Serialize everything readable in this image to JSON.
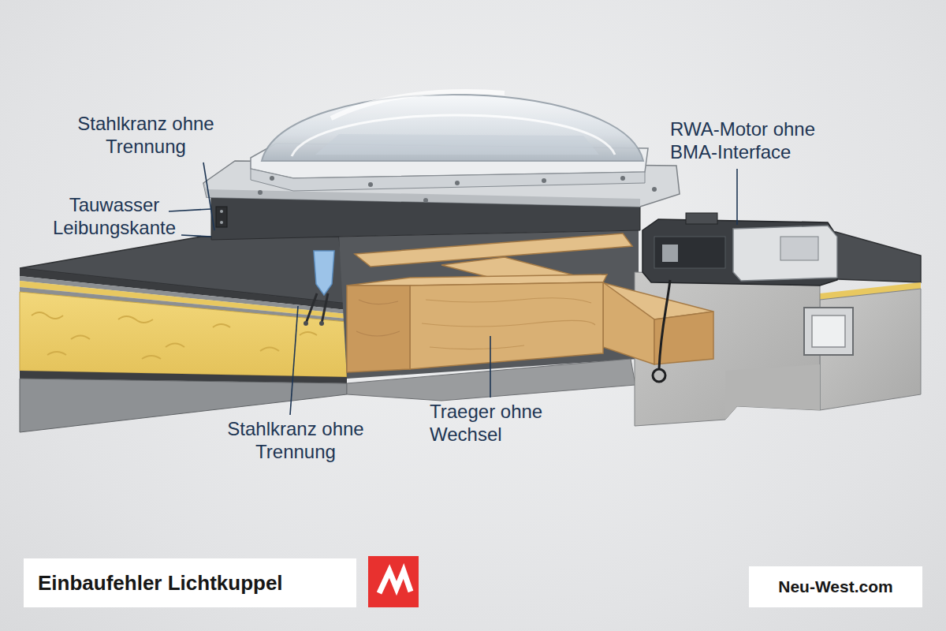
{
  "diagram": {
    "title": "Einbaufehler Lichtkuppel",
    "nodes": [
      {
        "text": [
          "Neu-West.com"
        ]
      }
    ],
    "labels": [
      "Stahlkranz ohne Trennung",
      "Tauwasser Leibungskante",
      "Stahlkranz ohne Trennung",
      "Traeger ohne Wechsel",
      "RWA-Motor ohne BMA-Interface"
    ]
  }
}
